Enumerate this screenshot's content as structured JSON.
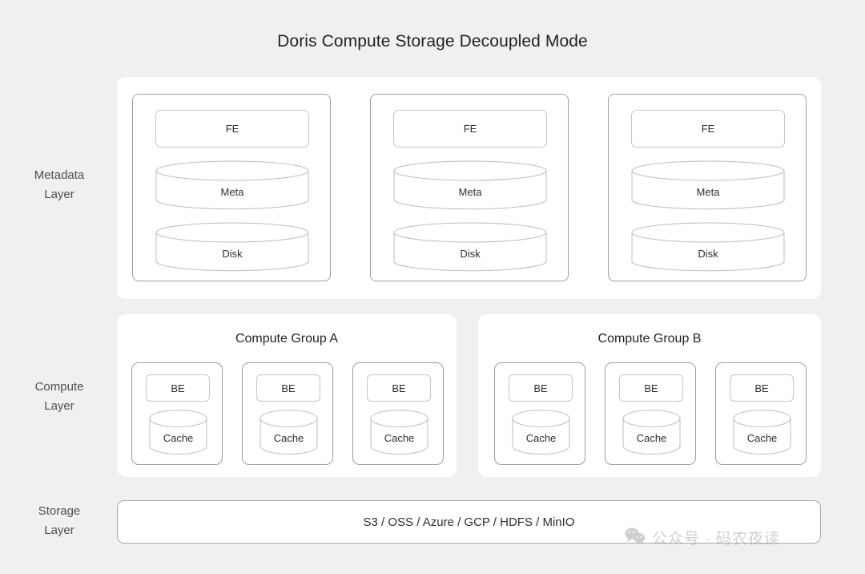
{
  "title": "Doris Compute Storage Decoupled Mode",
  "colors": {
    "background": "#eff0f1",
    "panel": "#ffffff",
    "group_border": "#9b9ea2",
    "node_border": "#c3c6ca",
    "text": "#2c2f33",
    "label_text": "#4b4f54",
    "title_text": "#1f2225",
    "watermark": "#8d9094"
  },
  "layers": [
    {
      "id": "metadata",
      "label": "Metadata\nLayer",
      "line1": "Metadata",
      "line2": "Layer"
    },
    {
      "id": "compute",
      "label": "Compute\nLayer",
      "line1": "Compute",
      "line2": "Layer"
    },
    {
      "id": "storage",
      "label": "Storage\nLayer",
      "line1": "Storage",
      "line2": "Layer"
    }
  ],
  "metadata_layer": {
    "groups": [
      {
        "fe": "FE",
        "meta": "Meta",
        "disk": "Disk"
      },
      {
        "fe": "FE",
        "meta": "Meta",
        "disk": "Disk"
      },
      {
        "fe": "FE",
        "meta": "Meta",
        "disk": "Disk"
      }
    ]
  },
  "compute_layer": {
    "groups": [
      {
        "title": "Compute Group A",
        "nodes": [
          {
            "be": "BE",
            "cache": "Cache"
          },
          {
            "be": "BE",
            "cache": "Cache"
          },
          {
            "be": "BE",
            "cache": "Cache"
          }
        ]
      },
      {
        "title": "Compute Group B",
        "nodes": [
          {
            "be": "BE",
            "cache": "Cache"
          },
          {
            "be": "BE",
            "cache": "Cache"
          },
          {
            "be": "BE",
            "cache": "Cache"
          }
        ]
      }
    ]
  },
  "storage_layer": {
    "backends": "S3 / OSS / Azure / GCP / HDFS / MinIO"
  },
  "watermark": {
    "text": "公众号 · 码农夜读",
    "icon": "wechat-icon"
  }
}
